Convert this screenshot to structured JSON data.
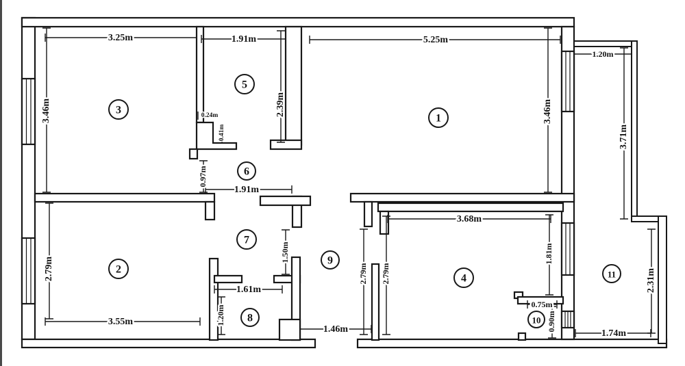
{
  "plan": {
    "colors": {
      "ink": "#181818",
      "paper": "#ffffff"
    },
    "rooms": [
      {
        "number": "1"
      },
      {
        "number": "2"
      },
      {
        "number": "3"
      },
      {
        "number": "4"
      },
      {
        "number": "5"
      },
      {
        "number": "6"
      },
      {
        "number": "7"
      },
      {
        "number": "8"
      },
      {
        "number": "9"
      },
      {
        "number": "10"
      },
      {
        "number": "11"
      }
    ],
    "dims": {
      "room3_top": "3.25m",
      "room5_top": "1.91m",
      "room1_top": "5.25m",
      "balcony_top_width": "1.20m",
      "room3_left": "3.46m",
      "room5_right": "2.39m",
      "wall_step_width": "0.24m",
      "wall_step_height": "0.41m",
      "room1_right": "3.46m",
      "balcony_upper_height": "3.71m",
      "hall6_opening": "0.97m",
      "hall6_width": "1.91m",
      "hall7_passage": "1.50m",
      "room2_left": "2.79m",
      "room2_bottom": "3.55m",
      "room8_top": "1.61m",
      "room8_left": "1.20m",
      "hall9_bottom": "1.46m",
      "hall9_side": "2.79m",
      "room4_side": "2.79m",
      "room4_top": "3.68m",
      "room4_right": "1.81m",
      "room10_top": "0.75m",
      "room10_right": "0.90m",
      "balcony_lower_height": "2.31m",
      "balcony_lower_width": "1.74m"
    }
  }
}
